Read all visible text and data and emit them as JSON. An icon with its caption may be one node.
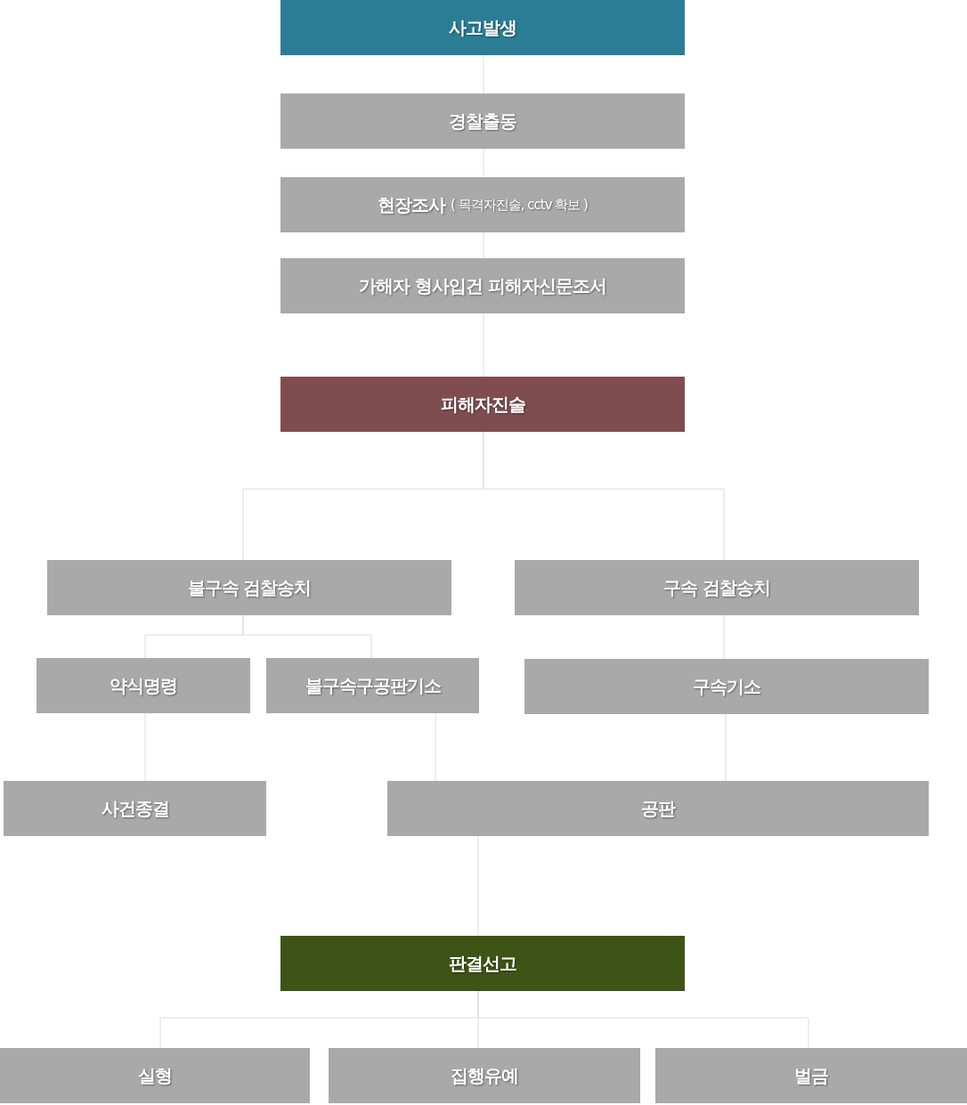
{
  "diagram": {
    "nodes": [
      {
        "text": [
          "사고발생"
        ]
      },
      {
        "text": [
          "경찰출동"
        ]
      },
      {
        "text": [
          "현장조사",
          "( 목격자진술, cctv 확보 )"
        ]
      },
      {
        "text": [
          "가해자 형사입건 피해자신문조서"
        ]
      },
      {
        "text": [
          "피해자진술"
        ]
      },
      {
        "text": [
          "불구속 검찰송치"
        ]
      },
      {
        "text": [
          "구속 검찰송치"
        ]
      },
      {
        "text": [
          "약식명령"
        ]
      },
      {
        "text": [
          "불구속구공판기소"
        ]
      },
      {
        "text": [
          "구속기소"
        ]
      },
      {
        "text": [
          "사건종결"
        ]
      },
      {
        "text": [
          "공판"
        ]
      },
      {
        "text": [
          "판결선고"
        ]
      },
      {
        "text": [
          "실형"
        ]
      },
      {
        "text": [
          "집행유예"
        ]
      },
      {
        "text": [
          "벌금"
        ]
      }
    ],
    "edges": [
      {
        "from": 0,
        "to": 1,
        "arrow": "none"
      },
      {
        "from": 1,
        "to": 2,
        "arrow": "none"
      },
      {
        "from": 2,
        "to": 3,
        "arrow": "none"
      },
      {
        "from": 3,
        "to": 4,
        "arrow": "none"
      },
      {
        "from": 4,
        "to": 5,
        "arrow": "none"
      },
      {
        "from": 4,
        "to": 6,
        "arrow": "none"
      },
      {
        "from": 5,
        "to": 7,
        "arrow": "none"
      },
      {
        "from": 5,
        "to": 8,
        "arrow": "none"
      },
      {
        "from": 6,
        "to": 9,
        "arrow": "none"
      },
      {
        "from": 7,
        "to": 10,
        "arrow": "none"
      },
      {
        "from": 8,
        "to": 11,
        "arrow": "none"
      },
      {
        "from": 9,
        "to": 11,
        "arrow": "none"
      },
      {
        "from": 11,
        "to": 12,
        "arrow": "none"
      },
      {
        "from": 12,
        "to": 13,
        "arrow": "none"
      },
      {
        "from": 12,
        "to": 14,
        "arrow": "none"
      },
      {
        "from": 12,
        "to": 15,
        "arrow": "none"
      }
    ]
  }
}
